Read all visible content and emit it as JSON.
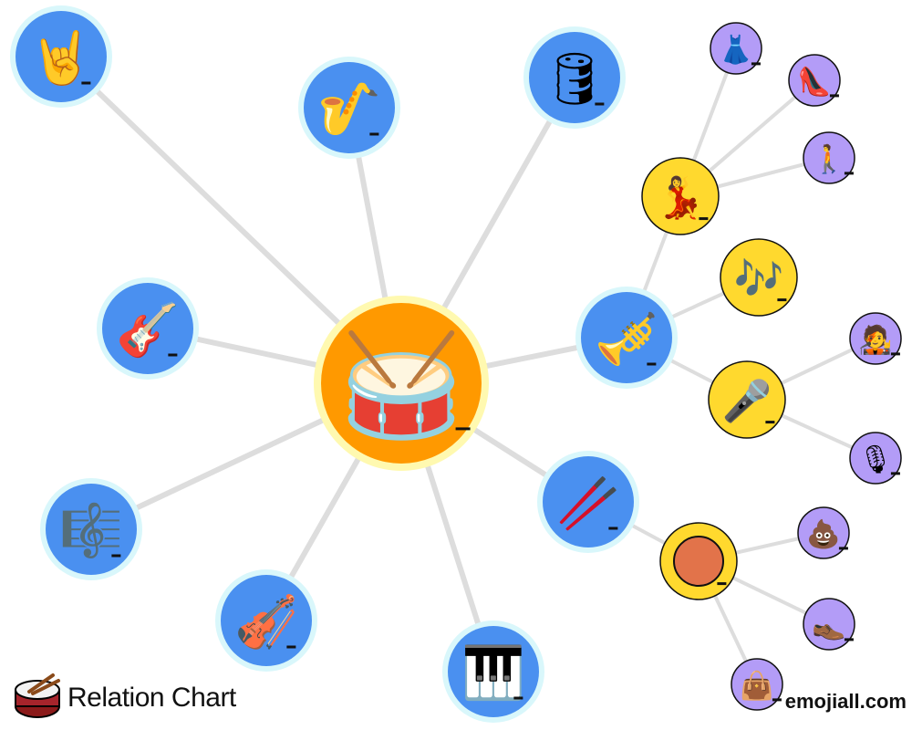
{
  "footer": {
    "title": "Relation Chart",
    "site": "emojiall.com"
  },
  "colors": {
    "center_fill": "#ff9900",
    "center_halo": "#fff9b0",
    "primary_fill": "#4a90f0",
    "primary_halo": "#d9f7fb",
    "secondary_fill": "#ffd92e",
    "tertiary_fill": "#b39cf7",
    "edge": "#dddddd"
  },
  "center": {
    "name": "drum",
    "icon": "drum-icon",
    "glyph": "🥁"
  },
  "nodes": [
    {
      "id": "sign-of-horns",
      "icon": "sign-of-the-horns-icon",
      "glyph": "🤘",
      "level": 1,
      "parent": "drum"
    },
    {
      "id": "saxophone",
      "icon": "saxophone-icon",
      "glyph": "🎷",
      "level": 1,
      "parent": "drum"
    },
    {
      "id": "oil-drum",
      "icon": "oil-drum-icon",
      "glyph": "🛢",
      "level": 1,
      "parent": "drum"
    },
    {
      "id": "guitar",
      "icon": "guitar-icon",
      "glyph": "🎸",
      "level": 1,
      "parent": "drum"
    },
    {
      "id": "trumpet",
      "icon": "trumpet-icon",
      "glyph": "🎺",
      "level": 1,
      "parent": "drum"
    },
    {
      "id": "musical-score",
      "icon": "musical-score-icon",
      "glyph": "🎼",
      "level": 1,
      "parent": "drum"
    },
    {
      "id": "chopsticks",
      "icon": "chopsticks-icon",
      "glyph": "🥢",
      "level": 1,
      "parent": "drum"
    },
    {
      "id": "violin",
      "icon": "violin-icon",
      "glyph": "🎻",
      "level": 1,
      "parent": "drum"
    },
    {
      "id": "keyboard",
      "icon": "musical-keyboard-icon",
      "glyph": "🎹",
      "level": 1,
      "parent": "drum"
    },
    {
      "id": "woman-dancing",
      "icon": "woman-dancing-icon",
      "glyph": "💃",
      "level": 2,
      "parent": "trumpet"
    },
    {
      "id": "musical-notes",
      "icon": "musical-notes-icon",
      "glyph": "🎶",
      "level": 2,
      "parent": "trumpet"
    },
    {
      "id": "microphone",
      "icon": "microphone-icon",
      "glyph": "🎤",
      "level": 2,
      "parent": "trumpet"
    },
    {
      "id": "orange-circle",
      "icon": "orange-circle-icon",
      "glyph": "",
      "level": 2,
      "parent": "chopsticks"
    },
    {
      "id": "dress",
      "icon": "dress-icon",
      "glyph": "👗",
      "level": 3,
      "parent": "woman-dancing"
    },
    {
      "id": "high-heel",
      "icon": "high-heeled-shoe-icon",
      "glyph": "👠",
      "level": 3,
      "parent": "woman-dancing"
    },
    {
      "id": "man-walking",
      "icon": "man-walking-icon",
      "glyph": "🚶",
      "level": 3,
      "parent": "woman-dancing"
    },
    {
      "id": "singer",
      "icon": "singer-icon",
      "glyph": "🧑‍🎤",
      "level": 3,
      "parent": "microphone"
    },
    {
      "id": "studio-mic",
      "icon": "studio-microphone-icon",
      "glyph": "🎙",
      "level": 3,
      "parent": "microphone"
    },
    {
      "id": "poop",
      "icon": "pile-of-poo-icon",
      "glyph": "💩",
      "level": 3,
      "parent": "orange-circle"
    },
    {
      "id": "mans-shoe",
      "icon": "mans-shoe-icon",
      "glyph": "👞",
      "level": 3,
      "parent": "orange-circle"
    },
    {
      "id": "handbag",
      "icon": "handbag-icon",
      "glyph": "👜",
      "level": 3,
      "parent": "orange-circle"
    }
  ]
}
